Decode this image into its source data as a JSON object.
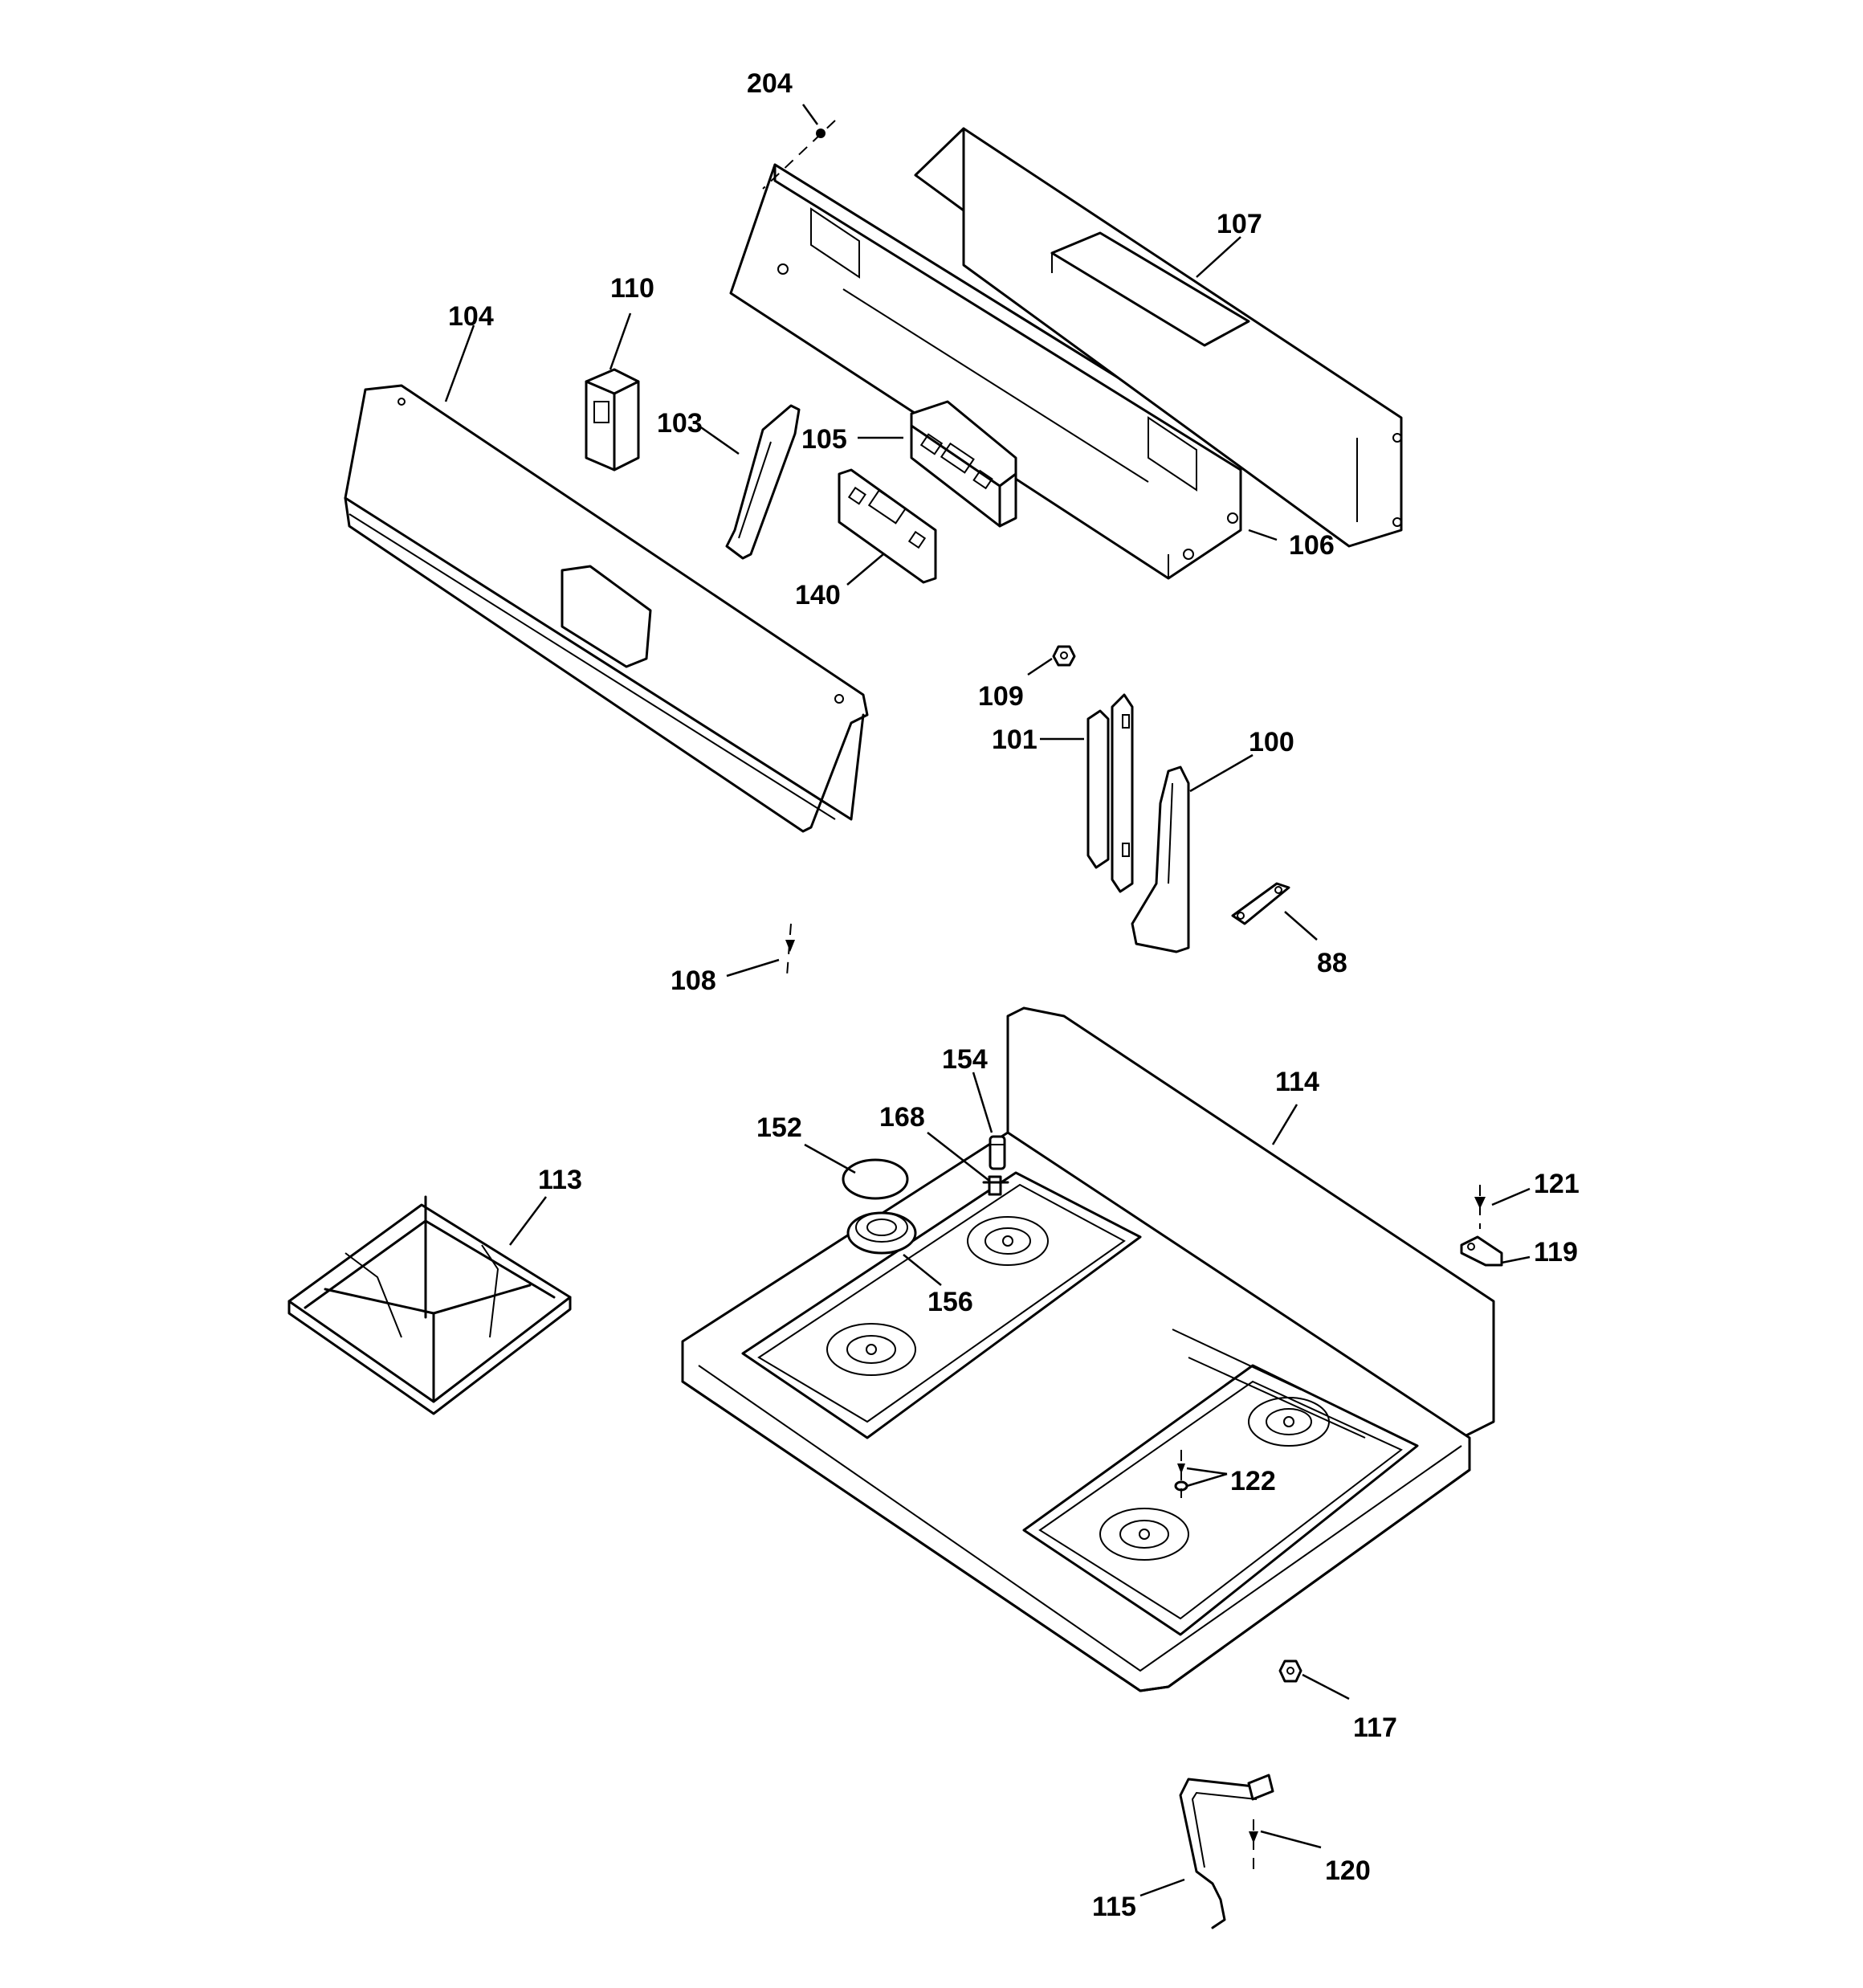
{
  "labels": {
    "p204": "204",
    "p107": "107",
    "p110": "110",
    "p104": "104",
    "p103": "103",
    "p105": "105",
    "p106": "106",
    "p140": "140",
    "p109": "109",
    "p101": "101",
    "p100": "100",
    "p108": "108",
    "p88": "88",
    "p154": "154",
    "p114": "114",
    "p152": "152",
    "p168": "168",
    "p113": "113",
    "p121": "121",
    "p119": "119",
    "p156": "156",
    "p122": "122",
    "p117": "117",
    "p120": "120",
    "p115": "115"
  }
}
